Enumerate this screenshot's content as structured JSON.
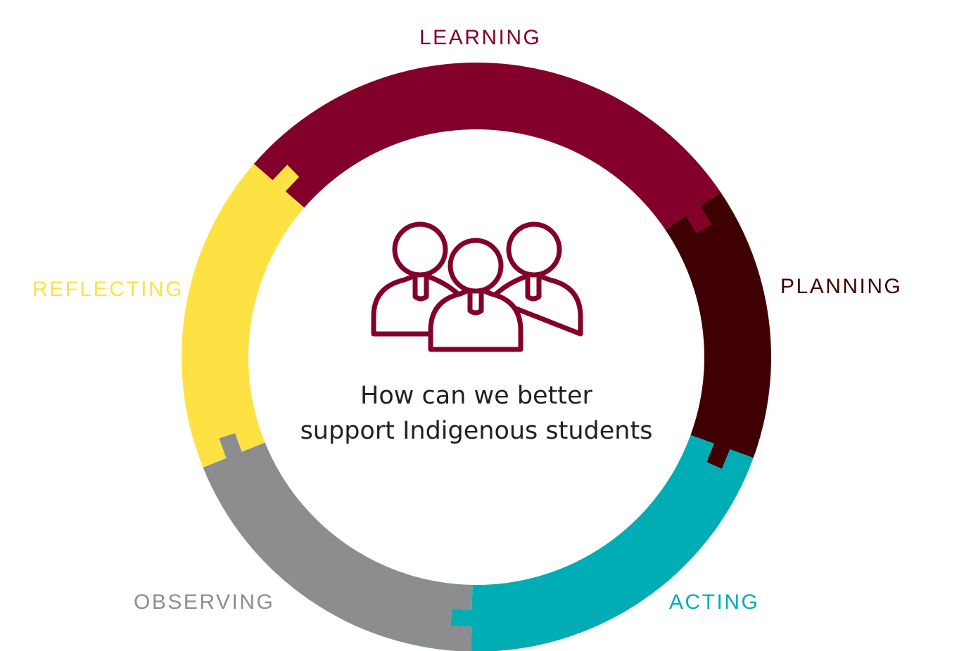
{
  "diagram": {
    "center_question": {
      "line1": "How can we better",
      "line2": "support Indigenous students"
    },
    "center_icon": "group-of-people-icon",
    "stages": [
      {
        "key": "learning",
        "label": "LEARNING",
        "color": "#820029"
      },
      {
        "key": "planning",
        "label": "PLANNING",
        "color": "#3f0003"
      },
      {
        "key": "acting",
        "label": "ACTING",
        "color": "#00adb4"
      },
      {
        "key": "observing",
        "label": "OBSERVING",
        "color": "#8c8d8f"
      },
      {
        "key": "reflecting",
        "label": "REFLECTING",
        "color": "#fee243"
      }
    ],
    "icon_color": "#820029"
  }
}
